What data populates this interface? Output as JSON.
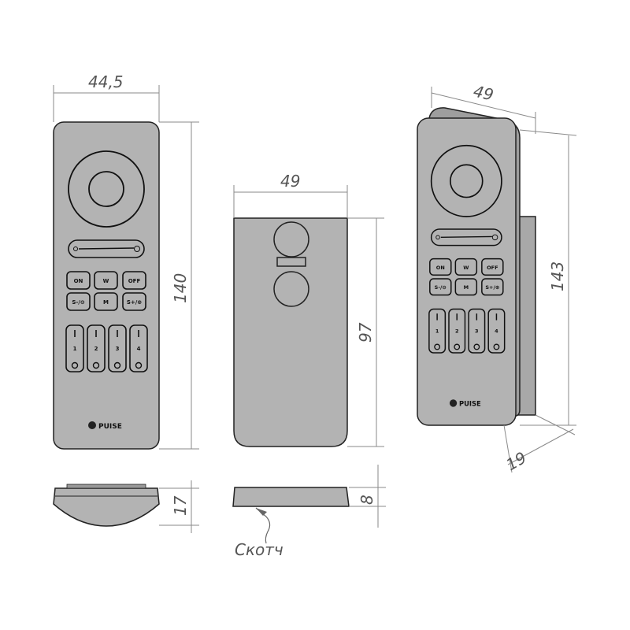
{
  "dimensions": {
    "front_width": "44,5",
    "front_height": "140",
    "side_depth": "17",
    "back_width": "49",
    "back_height": "97",
    "back_depth": "8",
    "persp_width": "49",
    "persp_height": "143",
    "persp_depth": "19"
  },
  "callout": {
    "tape_label": "Скотч"
  },
  "remote": {
    "row1": [
      "ON",
      "W",
      "OFF"
    ],
    "row2": [
      "S-/⊖",
      "M",
      "S+/⊕"
    ],
    "channels": [
      "1",
      "2",
      "3",
      "4"
    ],
    "brand": "PUISE"
  },
  "colors": {
    "body": "#b3b3b3",
    "outline": "#222222",
    "dimension": "#8a8a8a"
  }
}
